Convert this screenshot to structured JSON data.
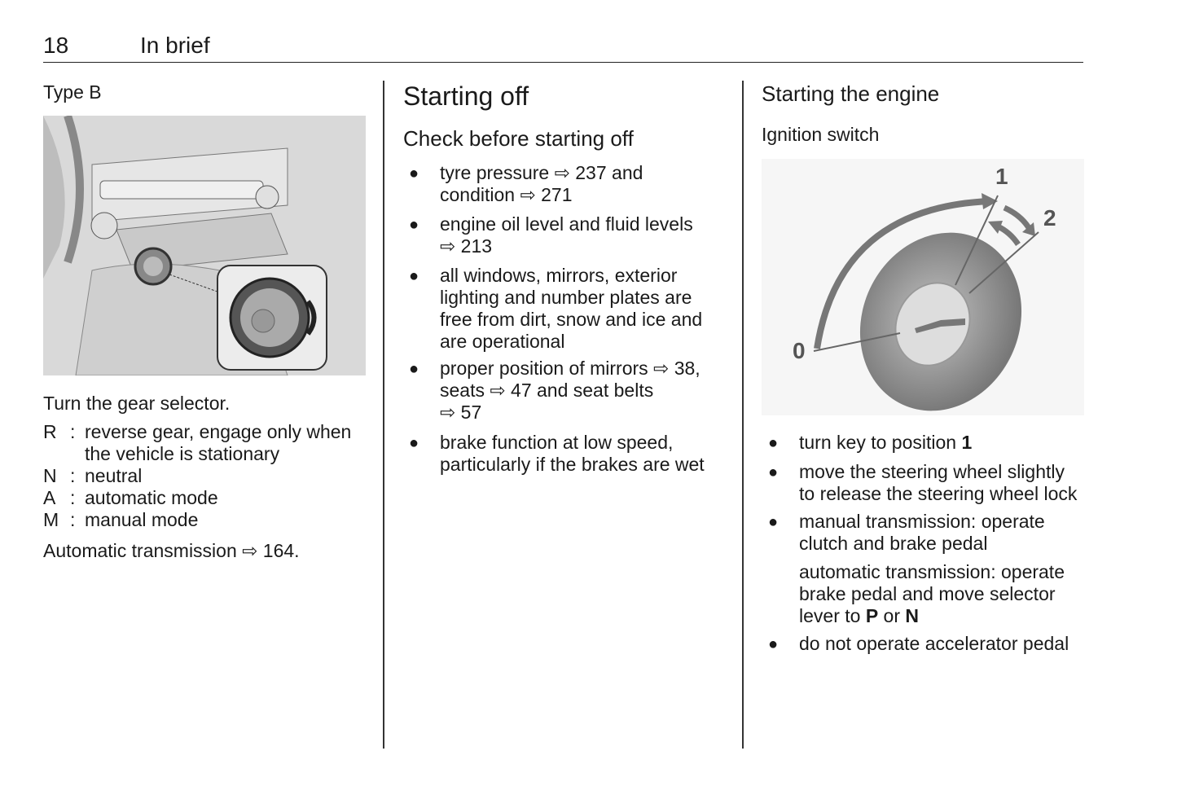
{
  "header": {
    "page_number": "18",
    "section": "In brief"
  },
  "left": {
    "subtitle": "Type B",
    "intro": "Turn the gear selector.",
    "gears": [
      {
        "key": "R",
        "lines": [
          "reverse gear, engage only when",
          "the vehicle is stationary"
        ]
      },
      {
        "key": "N",
        "lines": [
          "neutral"
        ]
      },
      {
        "key": "A",
        "lines": [
          "automatic mode"
        ]
      },
      {
        "key": "M",
        "lines": [
          "manual mode"
        ]
      }
    ],
    "separator": ":",
    "footer": "Automatic transmission ⇨ 164."
  },
  "middle": {
    "title": "Starting off",
    "subtitle": "Check before starting off",
    "bullet_glyph": "●",
    "items": [
      [
        "tyre pressure ⇨ 237 and",
        "condition ⇨ 271"
      ],
      [
        "engine oil level and fluid levels",
        "⇨ 213"
      ],
      [
        "all windows, mirrors, exterior",
        "lighting and number plates are",
        "free from dirt, snow and ice and",
        "are operational"
      ],
      [
        "proper position of mirrors ⇨ 38,",
        "seats ⇨ 47 and seat belts",
        "⇨ 57"
      ],
      [
        "brake function at low speed,",
        "particularly if the brakes are wet"
      ]
    ]
  },
  "right": {
    "title": "Starting the engine",
    "subtitle": "Ignition switch",
    "diagram_labels": {
      "pos0": "0",
      "pos1": "1",
      "pos2": "2"
    },
    "item1_text": "turn key to position ",
    "item1_bold": "1",
    "item2": [
      "move the steering wheel slightly",
      "to release the steering wheel lock"
    ],
    "item3": [
      "manual transmission: operate",
      "clutch and brake pedal"
    ],
    "item3_extra": [
      "automatic transmission: operate",
      "brake pedal and move selector"
    ],
    "item3_last": {
      "a": "lever to ",
      "p": "P",
      "or": " or ",
      "n": "N"
    },
    "item4": "do not operate accelerator pedal"
  }
}
